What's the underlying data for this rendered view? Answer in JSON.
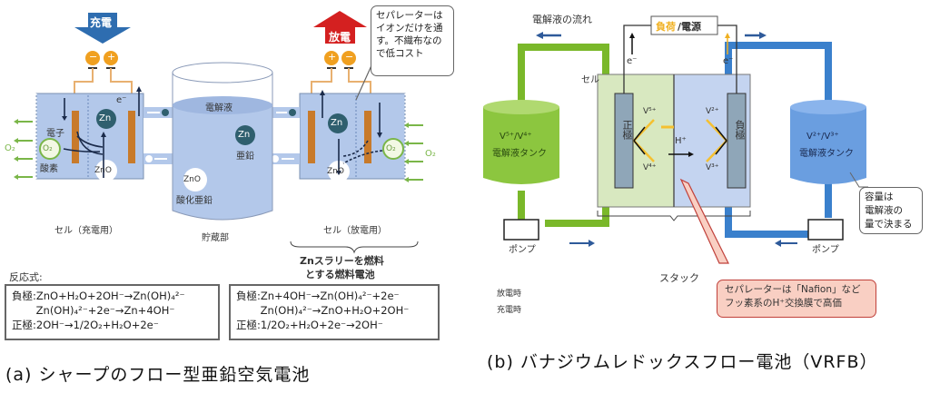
{
  "figure_a": {
    "caption": "(a) シャープのフロー型亜鉛空気電池",
    "charge_arrow_label": "充電",
    "discharge_arrow_label": "放電",
    "minus": "−",
    "plus": "+",
    "electron": "e⁻",
    "electron_label": "電子",
    "oxygen": "O₂",
    "oxygen_label": "酸素",
    "zn": "Zn",
    "zno": "ZnO",
    "electrolyte": "電解液",
    "zinc_label": "亜鉛",
    "zinc_oxide_label": "酸化亜鉛",
    "storage_label": "貯蔵部",
    "cell_charge_label": "セル（充電用）",
    "cell_discharge_label": "セル（放電用）",
    "fuel_cell_label_line1": "Znスラリーを燃料",
    "fuel_cell_label_line2": "とする燃料電池",
    "separator_callout": [
      "セパレーターは",
      "イオンだけを通",
      "す。不織布なの",
      "で低コスト"
    ],
    "reaction_title": "反応式:",
    "charge_equations": [
      "負極:ZnO+H₂O+2OH⁻→Zn(OH)₄²⁻",
      "　　 Zn(OH)₄²⁻+2e⁻→Zn+4OH⁻",
      "正極:2OH⁻→1/2O₂+H₂O+2e⁻"
    ],
    "discharge_equations": [
      "負極:Zn+4OH⁻→Zn(OH)₄²⁻+2e⁻",
      "　　 Zn(OH)₄²⁻→ZnO+H₂O+2OH⁻",
      "正極:1/2O₂+H₂O+2e⁻→2OH⁻"
    ],
    "colors": {
      "cell_fill": "#b3c8ea",
      "electrode": "#c87a2a",
      "charge_arrow": "#2e6db0",
      "discharge_arrow": "#d42020",
      "terminal": "#f0a020",
      "zn_ball": "#2f5f6e",
      "oxygen_arrow": "#7ab648"
    }
  },
  "figure_b": {
    "caption": "(b) バナジウムレドックスフロー電池（VRFB）",
    "flow_label": "電解液の流れ",
    "load_label_part1": "負荷",
    "load_label_part2": "/電源",
    "electron": "e⁻",
    "cell_label": "セル",
    "positive_electrode": "正極",
    "negative_electrode": "負極",
    "v5": "V⁵⁺",
    "v4": "V⁴⁺",
    "v2": "V²⁺",
    "v3": "V³⁺",
    "h_plus": "H⁺",
    "left_tank_ions": "V⁵⁺/V⁴⁺",
    "right_tank_ions": "V²⁺/V³⁺",
    "tank_label": "電解液タンク",
    "pump_label": "ポンプ",
    "stack_label": "スタック",
    "capacity_callout": [
      "容量は",
      "電解液の",
      "量で決まる"
    ],
    "separator_callout": [
      "セパレーターは「Nafion」など",
      "フッ素系のH⁺交換膜で高価"
    ],
    "legend": [
      {
        "label": "放電時",
        "color": "#f0b020"
      },
      {
        "label": "充電時",
        "color": "#111111"
      }
    ],
    "colors": {
      "green_pipe": "#7ab82a",
      "blue_pipe": "#3a80cc",
      "green_cell": "#d8e8c0",
      "blue_cell": "#c4d4f0",
      "electrode": "#8fa6b8",
      "separator_callout_fill": "#f9cfc3"
    }
  }
}
